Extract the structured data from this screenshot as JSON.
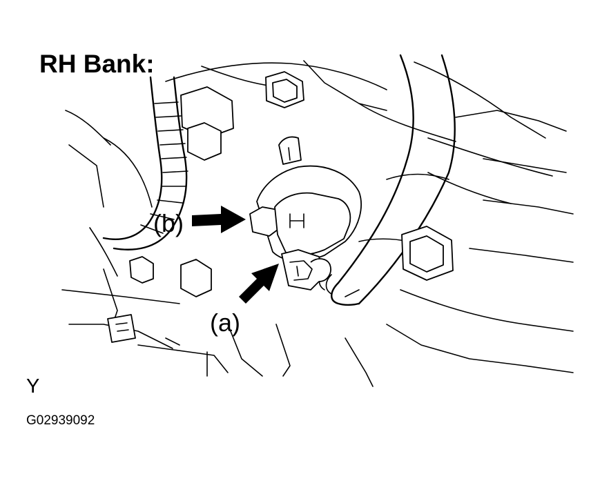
{
  "diagram": {
    "title": "RH Bank:",
    "callouts": [
      {
        "id": "b",
        "text": "(b)"
      },
      {
        "id": "a",
        "text": "(a)"
      }
    ],
    "view_letter": "Y",
    "figure_code": "G02939092",
    "colors": {
      "line": "#000000",
      "background": "#ffffff"
    },
    "arrows": [
      "arrow-b-icon",
      "arrow-a-icon"
    ]
  }
}
